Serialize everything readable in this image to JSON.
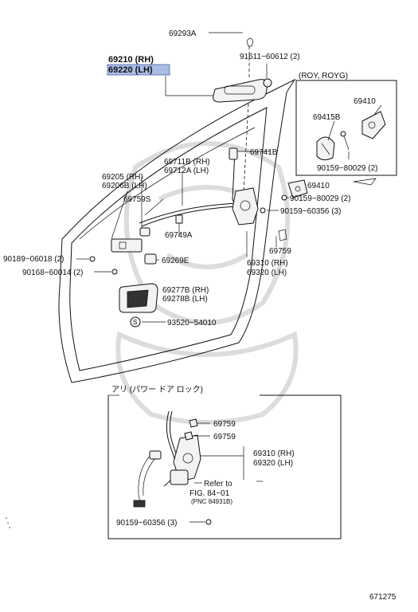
{
  "colors": {
    "highlight": "#a9bde6",
    "ink": "#111111",
    "watermark": "#d9d9d9"
  },
  "labels": {
    "p69293A": "69293A",
    "p69210": "69210 (RH)",
    "p69220": "69220 (LH)",
    "p91611": "91611−60612 (2)",
    "roy": "(ROY, ROYG)",
    "p69410a": "69410",
    "p69415B": "69415B",
    "p90159_80029a": "90159−80029 (2)",
    "p69741B": "69741B",
    "p69410b": "69410",
    "p90159_80029b": "90159−80029 (2)",
    "p90159_60356a": "90159−60356 (3)",
    "p69711B": "69711B (RH)",
    "p69712A": "69712A (LH)",
    "p69205": "69205   (RH)",
    "p69206B": "69206B (LH)",
    "p69759S": "69759S",
    "p69749A": "69749A",
    "p69759a": "69759",
    "p69310a": "69310 (RH)",
    "p69320a": "69320 (LH)",
    "p90189": "90189−06018 (2)",
    "p90168": "90168−60014 (2)",
    "p69269E": "69269E",
    "p69277B": "69277B (RH)",
    "p69278B": "69278B (LH)",
    "p93520": "93520−54010",
    "boxTitle": "アリ (パワー  ドア  ロック)",
    "p69759b": "69759",
    "p69759c": "69759",
    "p69310b": "69310 (RH)",
    "p69320b": "69320 (LH)",
    "refer1": "Refer  to",
    "refer2": "FIG. 84−01",
    "refer3": "(PNC  84931B)",
    "p90159_60356b": "90159−60356 (3)",
    "diagramNo": "671275"
  }
}
